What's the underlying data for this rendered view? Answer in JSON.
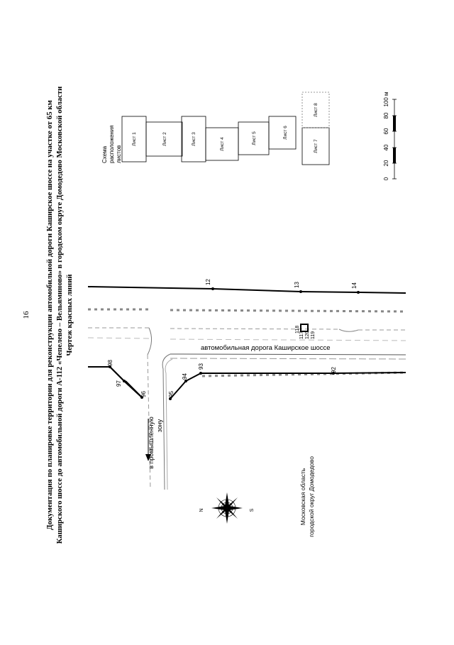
{
  "page_number": "16",
  "header": {
    "line1": "Документация по планировке территории для реконструкции автомобильной дороги Каширское шоссе на участке от 65 км",
    "line2": "Каширского шоссе до автомобильной дороги А-112 «Чепелево – Вельяминово» в городском округе Домодедово Московской области",
    "line3": "Чертеж красных линий"
  },
  "map": {
    "road_label": "автомобильная дорога Каширское шоссе",
    "direction_label_line1": "в промышленную",
    "direction_label_line2": "зону",
    "region_line1": "Московская область",
    "region_line2": "городской округ Домодедово",
    "compass_north": "N",
    "compass_south": "S",
    "points": {
      "p12": "12",
      "p13": "13",
      "p14": "14",
      "p92": "92",
      "p93": "93",
      "p94": "94",
      "p95": "95",
      "p96": "96",
      "p97": "97",
      "p98": "98",
      "p117": "117",
      "p118": "118",
      "p119": "119",
      "p120": "120"
    }
  },
  "scheme": {
    "title_line1": "Схема",
    "title_line2": "расположения",
    "title_line3": "листов",
    "sheets": [
      "Лист 1",
      "Лист 2",
      "Лист 3",
      "Лист 4",
      "Лист 5",
      "Лист 6",
      "Лист 7",
      "Лист 8"
    ]
  },
  "scale_bar": {
    "ticks": [
      "0",
      "20",
      "40",
      "60",
      "80",
      "100 м"
    ]
  }
}
